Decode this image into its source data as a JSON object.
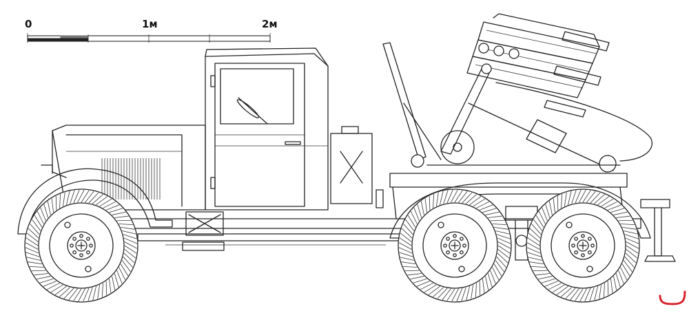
{
  "scale_bar": {
    "labels": [
      "0",
      "1м",
      "2м"
    ]
  },
  "colors": {
    "line": "#222222",
    "background": "#ffffff",
    "corner_mark": "#d8202a"
  }
}
